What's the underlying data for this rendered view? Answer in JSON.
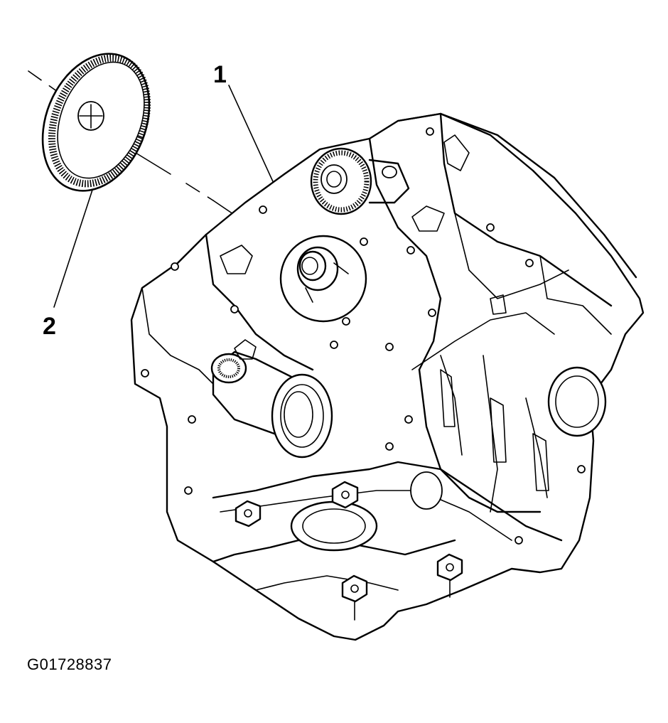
{
  "callouts": {
    "one": "1",
    "two": "2"
  },
  "figure_id": "G01728837",
  "colors": {
    "ink": "#000000",
    "paper": "#ffffff"
  },
  "icons": [
    "gear-icon",
    "engine-block-icon",
    "shaft-icon",
    "bolt-icon"
  ]
}
